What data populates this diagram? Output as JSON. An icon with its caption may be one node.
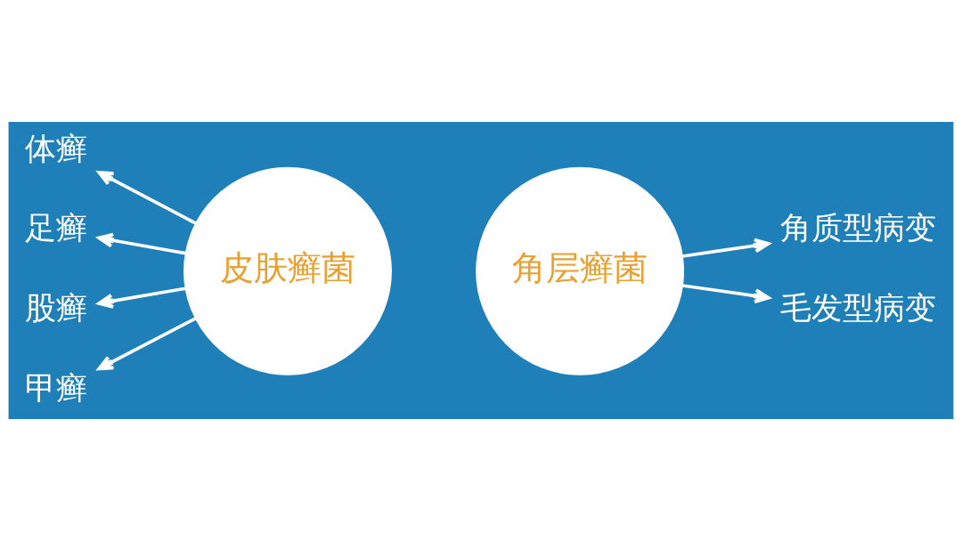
{
  "diagram": {
    "nodes": [
      {
        "text": [
          "皮肤癣菌"
        ]
      },
      {
        "text": [
          "角层癣菌"
        ]
      },
      {
        "text": [
          "体癣"
        ]
      },
      {
        "text": [
          "足癣"
        ]
      },
      {
        "text": [
          "股癣"
        ]
      },
      {
        "text": [
          "甲癣"
        ]
      },
      {
        "text": [
          "角质型病变"
        ]
      },
      {
        "text": [
          "毛发型病变"
        ]
      }
    ],
    "edges": [
      {
        "from": 0,
        "to": 2,
        "arrow": "to"
      },
      {
        "from": 0,
        "to": 3,
        "arrow": "to"
      },
      {
        "from": 0,
        "to": 4,
        "arrow": "to"
      },
      {
        "from": 0,
        "to": 5,
        "arrow": "to"
      },
      {
        "from": 1,
        "to": 6,
        "arrow": "to"
      },
      {
        "from": 1,
        "to": 7,
        "arrow": "to"
      }
    ]
  }
}
